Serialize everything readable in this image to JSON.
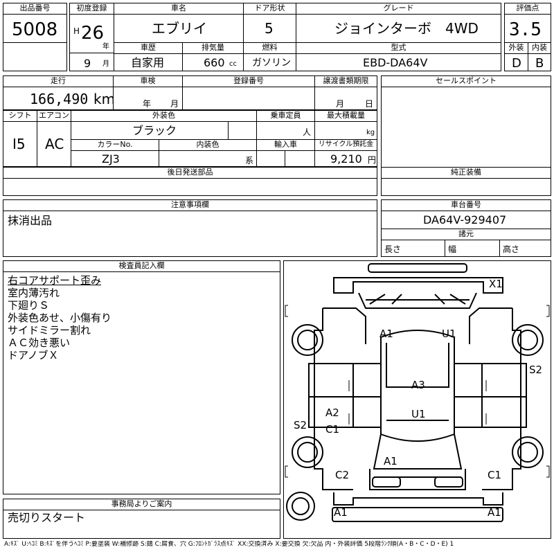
{
  "header": {
    "lot_number_label": "出品番号",
    "lot_number": "5008",
    "first_reg_label": "初度登録",
    "era": "H",
    "reg_year": "26",
    "year_unit": "年",
    "reg_month": "9",
    "month_unit": "月",
    "car_name_label": "車名",
    "car_name": "エブリイ",
    "history_label": "車歴",
    "history": "自家用",
    "displacement_label": "排気量",
    "displacement": "660",
    "displacement_unit": "cc",
    "door_label": "ドア形状",
    "doors": "5",
    "fuel_label": "燃料",
    "fuel": "ガソリン",
    "grade_label": "グレード",
    "grade": "ジョインターボ　4WD",
    "model_label": "型式",
    "model": "EBD-DA64V",
    "score_label": "評価点",
    "score": "3.5",
    "exterior_label": "外装",
    "exterior": "D",
    "interior_label": "内装",
    "interior": "B"
  },
  "specs": {
    "mileage_label": "走行",
    "mileage": "166,490",
    "mileage_unit": "km",
    "inspection_label": "車検",
    "year_unit": "年",
    "month_unit": "月",
    "registration_label": "登録番号",
    "transfer_label": "譲渡書類期限",
    "transfer_month": "月",
    "transfer_day": "日",
    "shift_label": "シフト",
    "shift": "I5",
    "aircon_label": "エアコン",
    "aircon": "AC",
    "ext_color_label": "外装色",
    "ext_color": "ブラック",
    "capacity_label": "乗車定員",
    "capacity_unit": "人",
    "max_load_label": "最大積載量",
    "max_load_unit": "kg",
    "color_no_label": "カラーNo.",
    "color_no": "ZJ3",
    "int_color_label": "内装色",
    "int_color_unit": "系",
    "import_label": "輸入車",
    "recycle_label": "リサイクル預託金",
    "recycle": "9,210",
    "recycle_unit": "円",
    "later_parts_label": "後日発送部品",
    "sales_points_label": "セールスポイント",
    "genuine_label": "純正装備"
  },
  "notes": {
    "caution_label": "注意事項欄",
    "caution": "抹消出品",
    "chassis_label": "車台番号",
    "chassis": "DA64V-929407",
    "dims_label": "諸元",
    "length_label": "長さ",
    "width_label": "幅",
    "height_label": "高さ"
  },
  "inspector": {
    "label": "検査員記入欄",
    "lines": [
      "右コアサポート歪み",
      "室内薄汚れ",
      "下廻りＳ",
      "外装色あせ、小傷有り",
      "サイドミラー割れ",
      "ＡＣ効き悪い",
      "ドアノブＸ"
    ]
  },
  "office": {
    "label": "事務局よりご案内",
    "text": "売切りスタート"
  },
  "diagram": {
    "marks": {
      "x1": "X1",
      "a1_front_left": "A1",
      "u1_front_right": "U1",
      "s2_right": "S2",
      "a3_roof": "A3",
      "u1_roof": "U1",
      "a2_left": "A2",
      "c1_left": "C1",
      "s2_left": "S2",
      "a1_rear": "A1",
      "c2_rear_left": "C2",
      "c1_rear_right": "C1",
      "a1_bottom_left": "A1",
      "a1_bottom_right": "A1"
    }
  },
  "footer": "A:ｷｽﾞ U:ﾍｺﾐ B:ｷｽﾞを伴うﾍｺﾐ P:要塗装 W:補修跡 S:錆 C:腐食、穴 G:ﾌﾛﾝﾄｶﾞﾗｽ点ｷｽﾞ XX:交換済み X:要交換 欠:欠品 内・外装評価 5段階ﾗﾝｸ順(A・B・C・D・E) 1"
}
